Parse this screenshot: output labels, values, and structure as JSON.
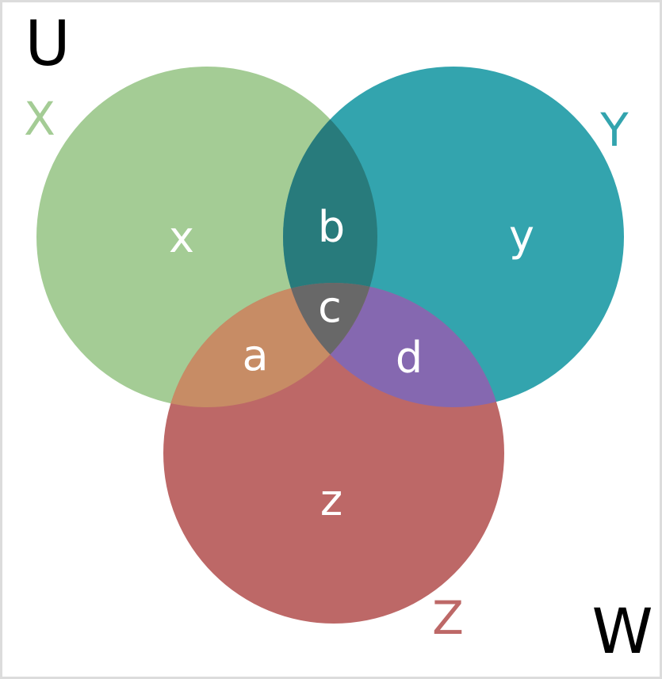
{
  "universe": {
    "label": "U",
    "color": "#000000"
  },
  "corner_label": {
    "label": "W",
    "color": "#000000"
  },
  "sets": [
    {
      "id": "X",
      "label": "X",
      "color": "#a4cc95",
      "label_color": "#a4cc95"
    },
    {
      "id": "Y",
      "label": "Y",
      "color": "#33a4ae",
      "label_color": "#33a4ae"
    },
    {
      "id": "Z",
      "label": "Z",
      "color": "#bd6867",
      "label_color": "#bd6867"
    }
  ],
  "regions": {
    "x": {
      "label": "x",
      "sets": [
        "X"
      ],
      "color": "#a4cc95"
    },
    "y": {
      "label": "y",
      "sets": [
        "Y"
      ],
      "color": "#33a4ae"
    },
    "z": {
      "label": "z",
      "sets": [
        "Z"
      ],
      "color": "#bd6867"
    },
    "b": {
      "label": "b",
      "sets": [
        "X",
        "Y"
      ],
      "color": "#287b7c"
    },
    "a": {
      "label": "a",
      "sets": [
        "X",
        "Z"
      ],
      "color": "#c78c65"
    },
    "d": {
      "label": "d",
      "sets": [
        "Y",
        "Z"
      ],
      "color": "#8568b0"
    },
    "c": {
      "label": "c",
      "sets": [
        "X",
        "Y",
        "Z"
      ],
      "color": "#686868"
    }
  },
  "region_label_color": "#ffffff"
}
